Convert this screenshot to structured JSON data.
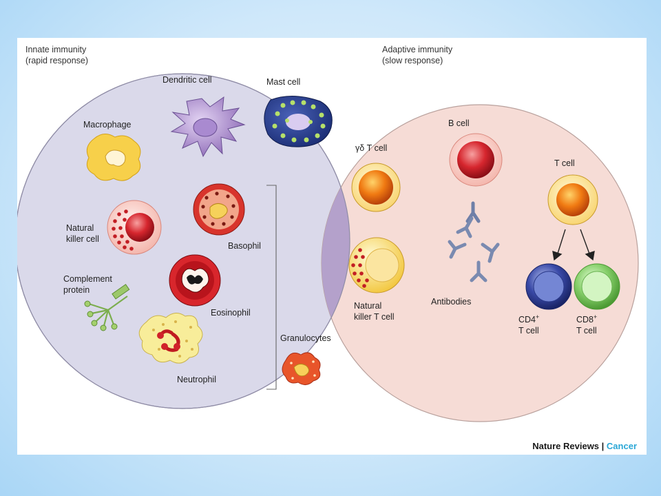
{
  "innate": {
    "title": "Innate immunity",
    "subtitle": "(rapid response)",
    "cells": {
      "dendritic": "Dendritic cell",
      "mast": "Mast cell",
      "macrophage": "Macrophage",
      "nk_line1": "Natural",
      "nk_line2": "killer cell",
      "basophil": "Basophil",
      "complement_line1": "Complement",
      "complement_line2": "protein",
      "eosinophil": "Eosinophil",
      "neutrophil": "Neutrophil",
      "granulocytes": "Granulocytes"
    }
  },
  "adaptive": {
    "title": "Adaptive immunity",
    "subtitle": "(slow response)",
    "cells": {
      "b_cell": "B cell",
      "t_cell": "T cell",
      "antibodies": "Antibodies",
      "cd4_line1": "CD4",
      "cd4_sup": "+",
      "cd4_line2": "T cell",
      "cd8_line1": "CD8",
      "cd8_sup": "+",
      "cd8_line2": "T cell"
    }
  },
  "overlap": {
    "gd_t_cell": "γδ T cell",
    "nkt_line1": "Natural",
    "nkt_line2": "killer T cell"
  },
  "credit": {
    "journal": "Nature Reviews",
    "separator": " | ",
    "section": "Cancer"
  },
  "colors": {
    "innate_circle": "#dad9ea",
    "adaptive_circle": "#f6dcd6",
    "overlap": "#b4a1cb",
    "credit_accent": "#2aa7d6"
  }
}
